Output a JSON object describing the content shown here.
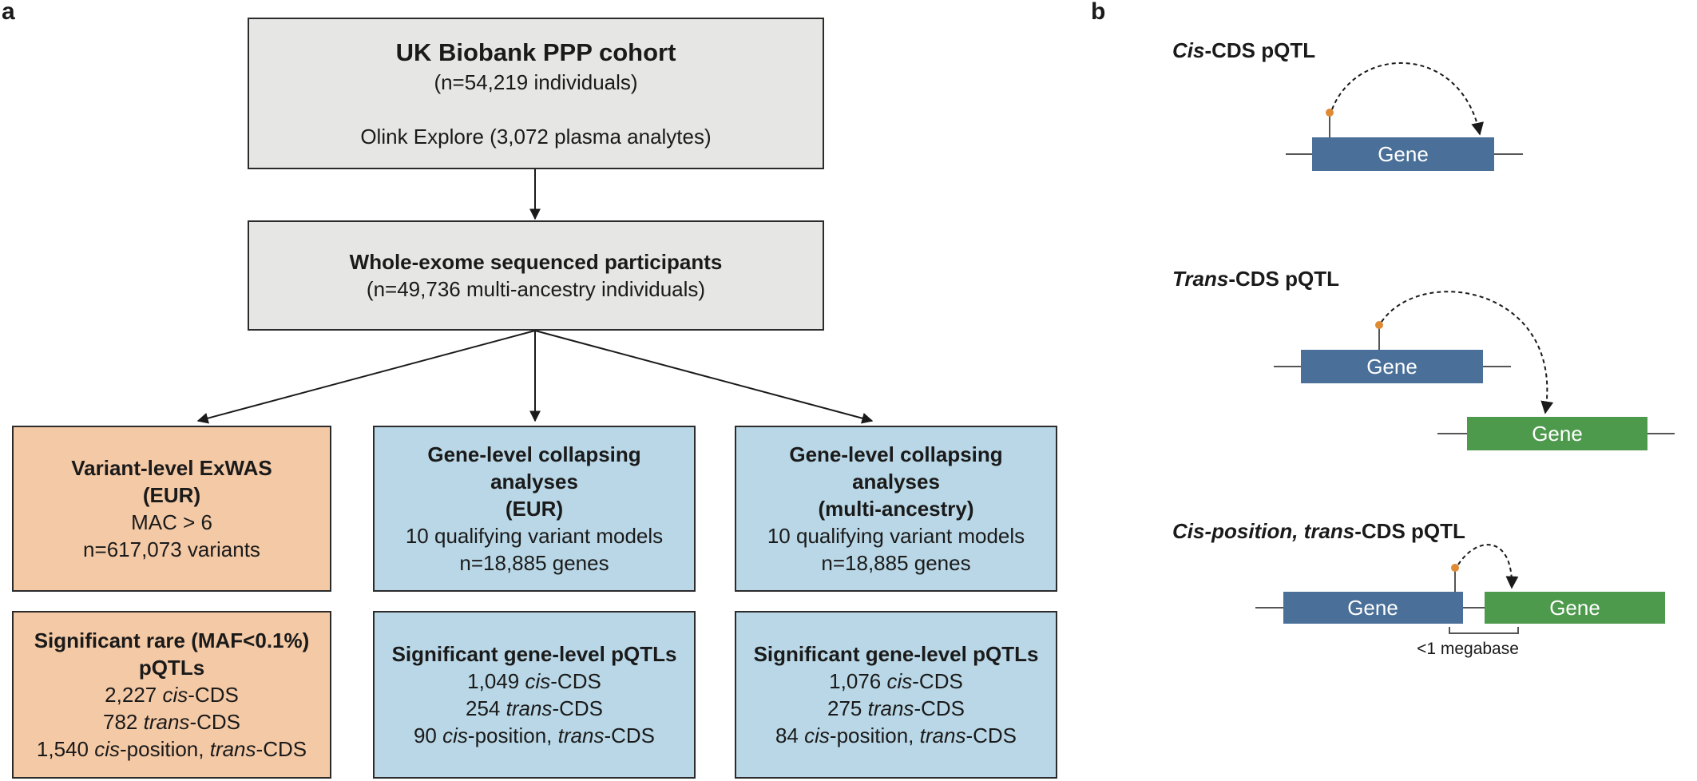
{
  "panel_a": {
    "label": "a",
    "cohort": {
      "title": "UK Biobank PPP cohort",
      "count": "(n=54,219 individuals)",
      "platform": "Olink Explore (3,072 plasma analytes)"
    },
    "wes": {
      "title": "Whole-exome sequenced participants",
      "count": "(n=49,736 multi-ancestry individuals)"
    },
    "analyses": [
      {
        "title_lines": [
          "Variant-level ExWAS",
          "(EUR)"
        ],
        "detail_lines": [
          "MAC > 6",
          "n=617,073 variants"
        ]
      },
      {
        "title_lines": [
          "Gene-level collapsing",
          "analyses",
          "(EUR)"
        ],
        "detail_lines": [
          "10 qualifying variant models",
          "n=18,885 genes"
        ]
      },
      {
        "title_lines": [
          "Gene-level collapsing",
          "analyses",
          "(multi-ancestry)"
        ],
        "detail_lines": [
          "10 qualifying variant models",
          "n=18,885 genes"
        ]
      }
    ],
    "results": [
      {
        "title_lines": [
          "Significant rare (MAF<0.1%)",
          "pQTLs"
        ],
        "counts": {
          "cis": "2,227",
          "trans": "782",
          "cispos": "1,540"
        }
      },
      {
        "title_lines": [
          "Significant gene-level pQTLs"
        ],
        "counts": {
          "cis": "1,049",
          "trans": "254",
          "cispos": "90"
        }
      },
      {
        "title_lines": [
          "Significant gene-level pQTLs"
        ],
        "counts": {
          "cis": "1,076",
          "trans": "275",
          "cispos": "84"
        }
      }
    ],
    "terms": {
      "cis": "cis",
      "cds": "-CDS",
      "trans": "trans",
      "position": "-position, "
    }
  },
  "panel_b": {
    "label": "b",
    "titles": {
      "cis_cds": {
        "italic": "Cis",
        "rest": "-CDS pQTL"
      },
      "trans_cds": {
        "italic": "Trans",
        "rest": "-CDS pQTL"
      },
      "cis_pos": {
        "italic1": "Cis-position, trans",
        "rest": "-CDS pQTL"
      }
    },
    "gene_label": "Gene",
    "distance_label": "<1 megabase",
    "colors": {
      "blue_gene": "#4a6f98",
      "green_gene": "#4d9a4c",
      "variant": "#e08a33"
    }
  }
}
